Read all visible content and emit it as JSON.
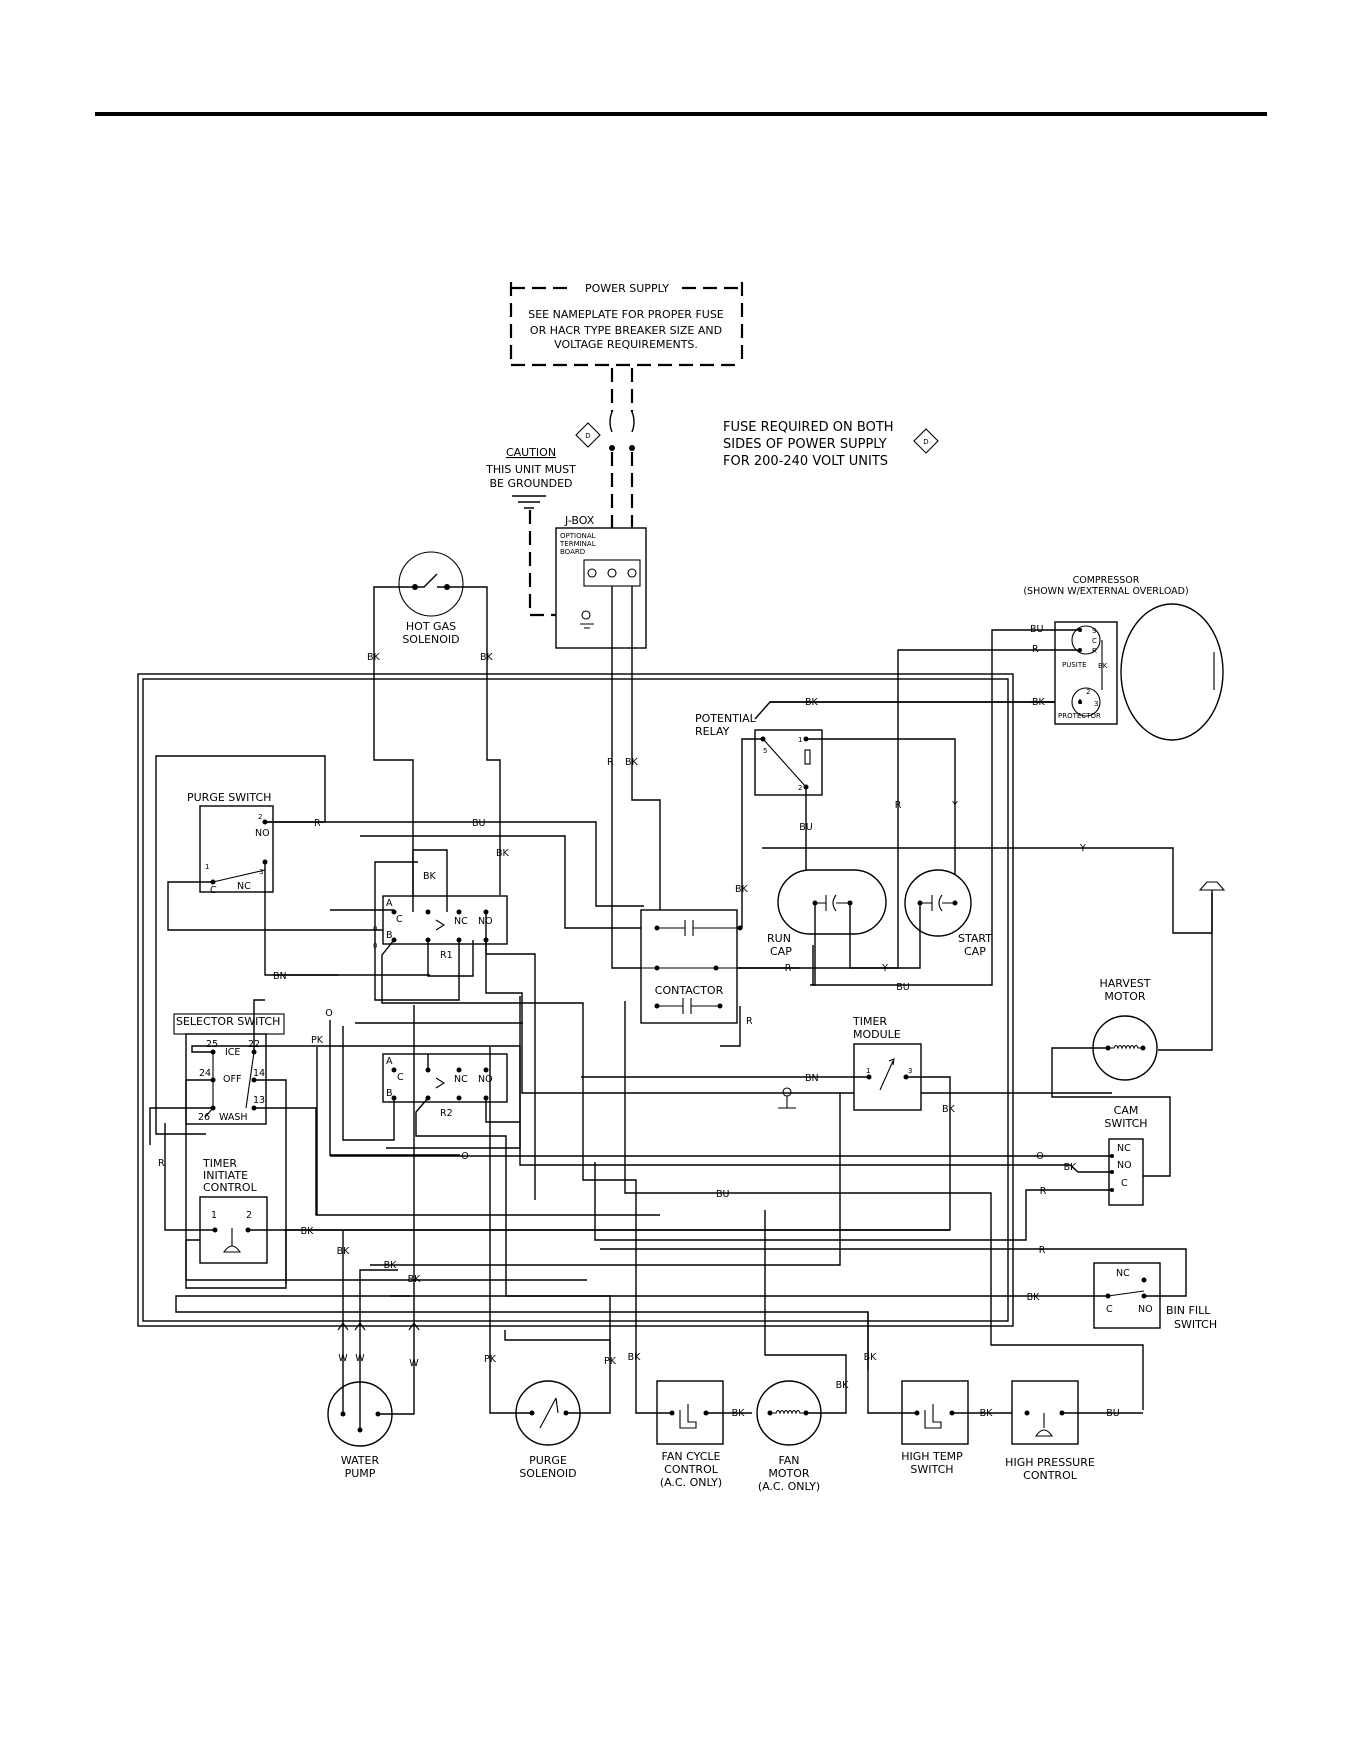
{
  "power_supply": {
    "title": "POWER SUPPLY",
    "note_line1": "SEE NAMEPLATE FOR PROPER FUSE",
    "note_line2": "OR HACR TYPE BREAKER SIZE AND",
    "note_line3": "VOLTAGE REQUIREMENTS."
  },
  "fuse_note": {
    "line1": "FUSE REQUIRED ON BOTH",
    "line2": "SIDES OF POWER SUPPLY",
    "line3": "FOR 200-240 VOLT UNITS",
    "marker": "D"
  },
  "caution": {
    "title": "CAUTION",
    "line1": "THIS UNIT MUST",
    "line2": "BE GROUNDED"
  },
  "jbox": {
    "title": "J-BOX",
    "line1": "OPTIONAL",
    "line2": "TERMINAL",
    "line3": "BOARD"
  },
  "compressor": {
    "title": "COMPRESSOR",
    "subtitle": "(SHOWN W/EXTERNAL OVERLOAD)",
    "t_c": "C",
    "t_s": "S",
    "t_r": "R",
    "t_bk": "BK",
    "pusite": "PUSITE",
    "protector": "PROTECTOR",
    "t1": "1",
    "t2": "2",
    "t3": "3"
  },
  "components": {
    "hot_gas_line1": "HOT GAS",
    "hot_gas_line2": "SOLENOID",
    "potential_relay_line1": "POTENTIAL",
    "potential_relay_line2": "RELAY",
    "purge_switch": "PURGE SWITCH",
    "selector_switch": "SELECTOR SWITCH",
    "contactor": "CONTACTOR",
    "run_cap_line1": "RUN",
    "run_cap_line2": "CAP",
    "start_cap_line1": "START",
    "start_cap_line2": "CAP",
    "harvest_motor_line1": "HARVEST",
    "harvest_motor_line2": "MOTOR",
    "timer_module_line1": "TIMER",
    "timer_module_line2": "MODULE",
    "cam_switch_line1": "CAM",
    "cam_switch_line2": "SWITCH",
    "timer_initiate_line1": "TIMER",
    "timer_initiate_line2": "INITIATE",
    "timer_initiate_line3": "CONTROL",
    "bin_fill_line1": "BIN FILL",
    "bin_fill_line2": "SWITCH",
    "water_pump_line1": "WATER",
    "water_pump_line2": "PUMP",
    "purge_solenoid_line1": "PURGE",
    "purge_solenoid_line2": "SOLENOID",
    "fan_cycle_line1": "FAN CYCLE",
    "fan_cycle_line2": "CONTROL",
    "fan_cycle_line3": "(A.C. ONLY)",
    "fan_motor_line1": "FAN",
    "fan_motor_line2": "MOTOR",
    "fan_motor_line3": "(A.C. ONLY)",
    "high_temp_line1": "HIGH TEMP",
    "high_temp_line2": "SWITCH",
    "high_pressure_line1": "HIGH PRESSURE",
    "high_pressure_line2": "CONTROL",
    "relay_r1": "R1",
    "relay_r2": "R2"
  },
  "terminals": {
    "a": "A",
    "b": "B",
    "c": "C",
    "nc": "NC",
    "no": "NO",
    "one": "1",
    "two": "2",
    "three": "3",
    "five": "5",
    "ice": "ICE",
    "off": "OFF",
    "wash": "WASH",
    "s25": "25",
    "s22": "22",
    "s24": "24",
    "s13": "13",
    "s14": "14",
    "s26": "26",
    "o_small": "0"
  },
  "wire_colors": {
    "bk": "BK",
    "bu": "BU",
    "r": "R",
    "y": "Y",
    "o": "O",
    "bn": "BN",
    "pk": "PK",
    "w": "W"
  }
}
